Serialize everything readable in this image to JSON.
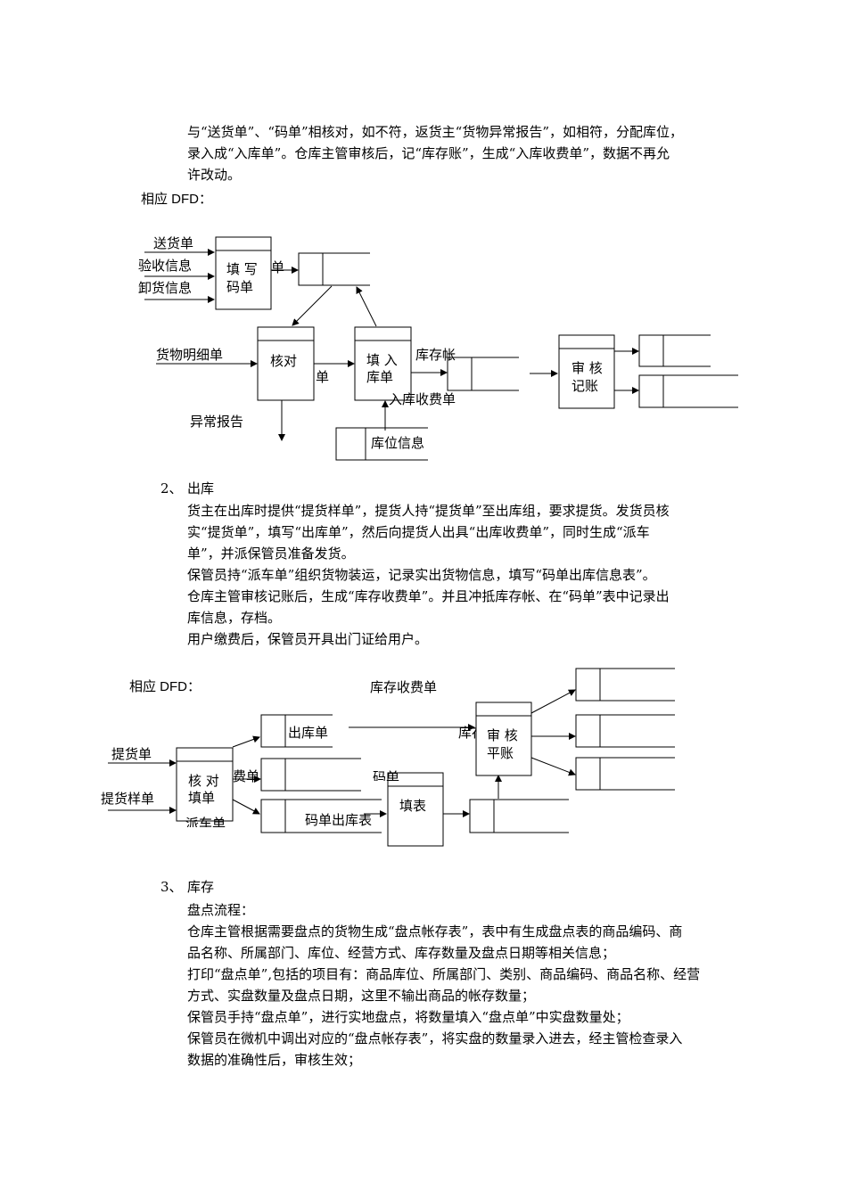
{
  "intro": {
    "lines": [
      "与“送货单”、“码单”相核对，如不符，返货主“货物异常报告”，如相符，分配库位，",
      "录入成“入库单”。仓库主管审核后，记“库存账”，生成“入库收费单”，数据不再允",
      "许改动。"
    ],
    "dfd_label": "相应 DFD："
  },
  "dfd1": {
    "inputs": [
      "送货单",
      "验收信息",
      "卸货信息",
      "货物明细单"
    ],
    "processes": {
      "fill_code": [
        "填 写",
        "码单"
      ],
      "check": "核对",
      "fill_in": [
        "填 入",
        "库单"
      ],
      "audit": [
        "审 核",
        "记账"
      ]
    },
    "flows": {
      "dan_top": "单",
      "stock_account": "库存帐",
      "dan_mid": "单",
      "fee_bill": "入库收费单",
      "exception": "异常报告"
    },
    "stores": {
      "location": "库位信息"
    }
  },
  "section2": {
    "number": "2、",
    "title": "出库",
    "lines": [
      "货主在出库时提供“提货样单”，提货人持“提货单”至出库组，要求提货。发货员核",
      "实“提货单”，填写“出库单”，然后向提货人出具“出库收费单”，同时生成“派车",
      "单”，并派保管员准备发货。",
      "保管员持“派车单”组织货物装运，记录实出货物信息，填写“码单出库信息表”。",
      "仓库主管审核记账后，生成“库存收费单”。并且冲抵库存帐、在“码单”表中记录出",
      "库信息，存档。",
      "用户缴费后，保管员开具出门证给用户。"
    ],
    "dfd_label": "相应 DFD："
  },
  "dfd2": {
    "inputs": [
      "提货单",
      "提货样单"
    ],
    "processes": {
      "check_fill": [
        "核 对",
        "填单"
      ],
      "fill_table": "填表",
      "audit": [
        "审 核",
        "平账"
      ]
    },
    "stores": {
      "out_bill": "出库单"
    },
    "flows": {
      "stock_fee": "库存收费单",
      "fee_partial": "费单",
      "dispatch_partial": "派车单",
      "code_out_table": "码单出库表",
      "code_partial": "码单",
      "stock_partial": "库存"
    }
  },
  "section3": {
    "number": "3、",
    "title": "库存",
    "lines": [
      "盘点流程：",
      "仓库主管根据需要盘点的货物生成“盘点帐存表”，表中有生成盘点表的商品编码、商",
      "品名称、所属部门、库位、经营方式、库存数量及盘点日期等相关信息；",
      "打印“盘点单”,包括的项目有：商品库位、所属部门、类别、商品编码、商品名称、经营",
      "方式、实盘数量及盘点日期，这里不输出商品的帐存数量；",
      "保管员手持“盘点单”，进行实地盘点，将数量填入“盘点单”中实盘数量处；",
      "保管员在微机中调出对应的“盘点帐存表”，将实盘的数量录入进去，经主管检查录入",
      "数据的准确性后，审核生效；"
    ]
  }
}
